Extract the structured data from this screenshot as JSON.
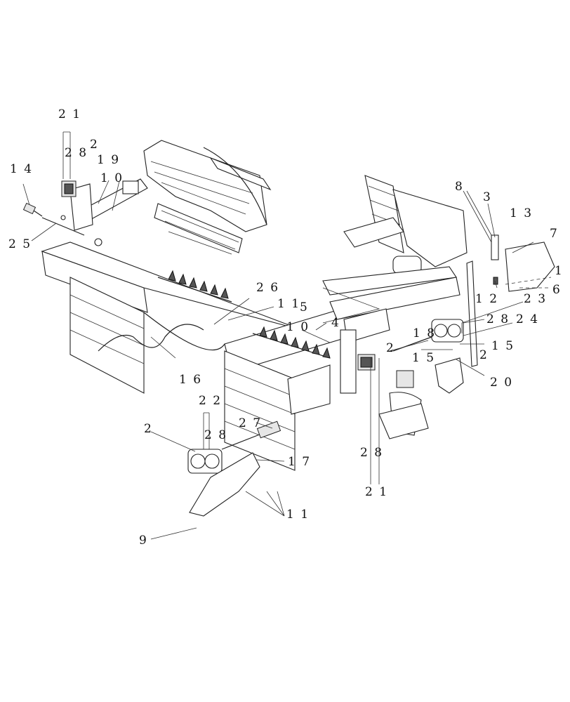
{
  "callouts": {
    "c21a": "2 1",
    "c28a": "2 8",
    "c2a": "2",
    "c19": "1 9",
    "c10a": "1 0",
    "c14": "1 4",
    "c25": "2 5",
    "c8": "8",
    "c3": "3",
    "c13": "1 3",
    "c7": "7",
    "c1": "1",
    "c6": "6",
    "c12": "1 2",
    "c26": "2 6",
    "c11a": "1 1",
    "c5": "5",
    "c4": "4",
    "c10b": "1 0",
    "c23": "2 3",
    "c18": "1 8",
    "c28b": "2 8",
    "c24": "2 4",
    "c2b": "2",
    "c15a": "1 5",
    "c2c": "2",
    "c15b": "1 5",
    "c20": "2 0",
    "c16": "1 6",
    "c22": "2 2",
    "c2d": "2",
    "c28c": "2 8",
    "c27": "2 7",
    "c17": "1 7",
    "c28d": "2 8",
    "c21b": "2 1",
    "c11b": "1 1",
    "c9": "9"
  }
}
